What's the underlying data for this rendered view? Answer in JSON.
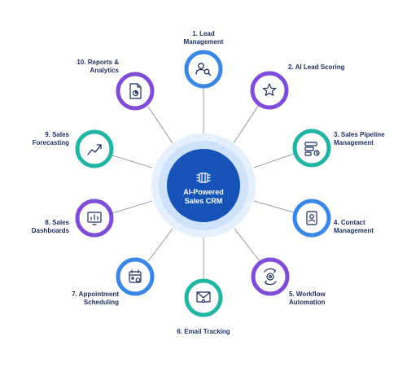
{
  "hub": {
    "title": "AI-Powered\nSales CRM",
    "icon": "ai-chip-icon",
    "color": "#1554b6",
    "ring_colors": [
      "#cfe2fb",
      "#e6f0fd"
    ]
  },
  "accent_colors": {
    "blue": "#3b87e3",
    "purple": "#7e4ed6",
    "teal": "#23b5a1"
  },
  "nodes": [
    {
      "label": "1. Lead\nManagement",
      "icon": "user-search-icon",
      "color": "#3b87e3"
    },
    {
      "label": "2. AI Lead Scoring",
      "icon": "star-icon",
      "color": "#7e4ed6"
    },
    {
      "label": "3. Sales Pipeline\nManagement",
      "icon": "pipeline-icon",
      "color": "#23b5a1"
    },
    {
      "label": "4. Contact\nManagement",
      "icon": "contact-card-icon",
      "color": "#3b87e3"
    },
    {
      "label": "5. Workflow\nAutomation",
      "icon": "gear-cycle-icon",
      "color": "#7e4ed6"
    },
    {
      "label": "6. Email Tracking",
      "icon": "envelope-icon",
      "color": "#23b5a1"
    },
    {
      "label": "7. Appointment\nScheduling",
      "icon": "calendar-icon",
      "color": "#3b87e3"
    },
    {
      "label": "8. Sales\nDashboards",
      "icon": "dashboard-chart-icon",
      "color": "#7e4ed6"
    },
    {
      "label": "9. Sales\nForecasting",
      "icon": "trend-up-icon",
      "color": "#23b5a1"
    },
    {
      "label": "10. Reports &\nAnalytics",
      "icon": "report-document-icon",
      "color": "#7e4ed6"
    }
  ]
}
